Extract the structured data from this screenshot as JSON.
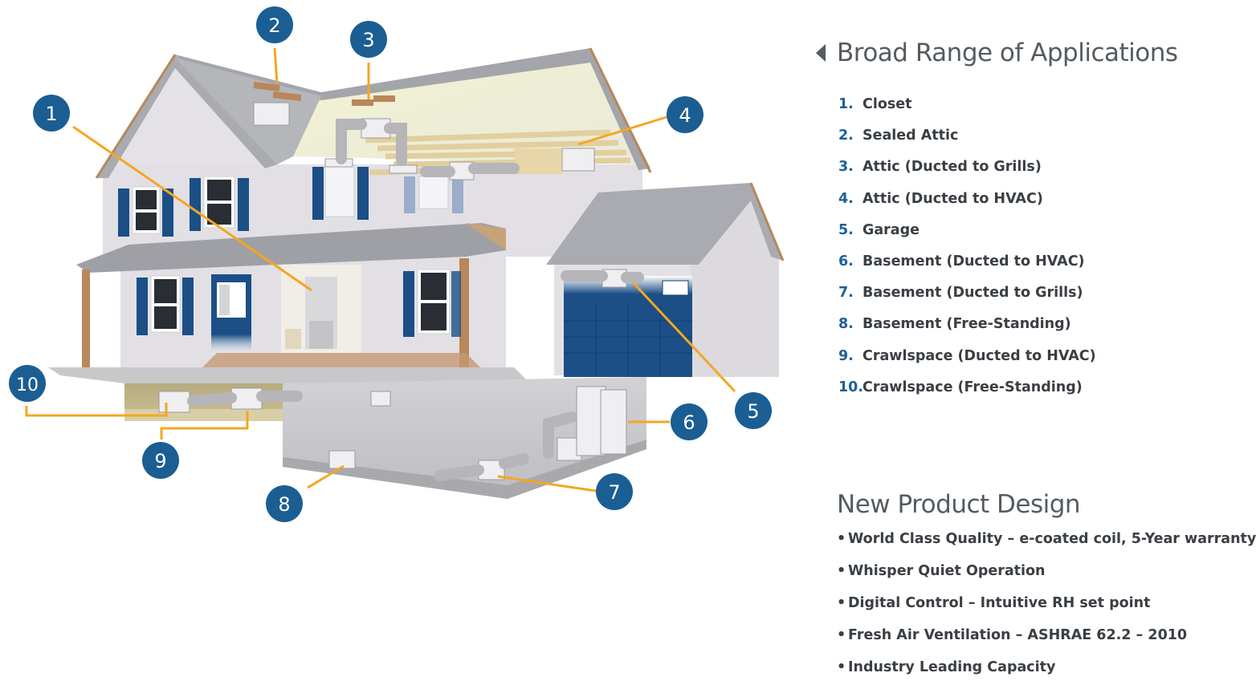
{
  "applications_section": {
    "title": "Broad Range of Applications",
    "items": [
      {
        "num": "1.",
        "label": "Closet"
      },
      {
        "num": "2.",
        "label": "Sealed Attic"
      },
      {
        "num": "3.",
        "label": "Attic (Ducted to Grills)"
      },
      {
        "num": "4.",
        "label": "Attic (Ducted to HVAC)"
      },
      {
        "num": "5.",
        "label": "Garage"
      },
      {
        "num": "6.",
        "label": "Basement (Ducted to HVAC)"
      },
      {
        "num": "7.",
        "label": "Basement (Ducted to Grills)"
      },
      {
        "num": "8.",
        "label": "Basement (Free-Standing)"
      },
      {
        "num": "9.",
        "label": "Crawlspace (Ducted to HVAC)"
      },
      {
        "num": "10.",
        "label": "Crawlspace (Free-Standing)"
      }
    ]
  },
  "product_section": {
    "title": "New Product Design",
    "bullet": "•",
    "features": [
      "World Class Quality – e-coated coil, 5-Year warranty",
      "Whisper Quiet Operation",
      "Digital Control – Intuitive RH set point",
      "Fresh Air Ventilation – ASHRAE 62.2 – 2010",
      "Industry Leading Capacity"
    ]
  },
  "callouts": [
    "1",
    "2",
    "3",
    "4",
    "5",
    "6",
    "7",
    "8",
    "9",
    "10"
  ],
  "colors": {
    "callout_blue": "#1b5e93",
    "leader_orange": "#f5a623",
    "siding": "#e4e2e6",
    "roof": "#a9abb0",
    "shutter_blue": "#1b4f86",
    "trim_wood": "#b8875a"
  }
}
